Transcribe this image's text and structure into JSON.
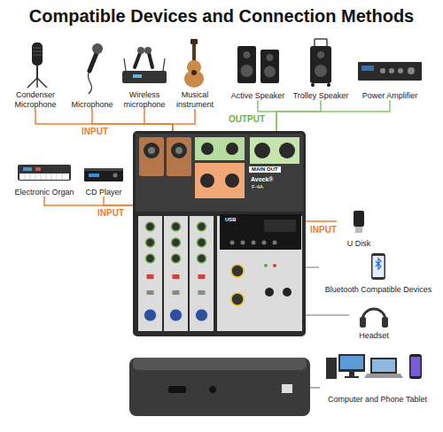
{
  "diagram": {
    "title": "Compatible Devices and Connection Methods",
    "nodes": [
      {
        "text": [
          "Condenser Microphone"
        ]
      },
      {
        "text": [
          "Microphone"
        ]
      },
      {
        "text": [
          "Wireless microphone"
        ]
      },
      {
        "text": [
          "Musical instrument"
        ]
      },
      {
        "text": [
          "Active Speaker"
        ]
      },
      {
        "text": [
          "Trolley Speaker"
        ]
      },
      {
        "text": [
          "Power Amplifier"
        ]
      },
      {
        "text": [
          "Electronic Organ"
        ]
      },
      {
        "text": [
          "CD Player"
        ]
      },
      {
        "text": [
          "MAIN OUT",
          "Aveek®",
          "F-4A",
          "USB"
        ]
      },
      {
        "text": [
          "U Disk"
        ]
      },
      {
        "text": [
          "Bluetooth Compatible Devices"
        ]
      },
      {
        "text": [
          "Headset"
        ]
      },
      {
        "text": [
          "Computer and Phone Tablet"
        ]
      }
    ],
    "edges": [
      {
        "from": 0,
        "to": 9,
        "arrow": "none"
      },
      {
        "from": 1,
        "to": 9,
        "arrow": "none"
      },
      {
        "from": 2,
        "to": 9,
        "arrow": "none"
      },
      {
        "from": 3,
        "to": 9,
        "arrow": "none"
      },
      {
        "from": 9,
        "to": 4,
        "arrow": "none"
      },
      {
        "from": 9,
        "to": 5,
        "arrow": "none"
      },
      {
        "from": 9,
        "to": 6,
        "arrow": "none"
      },
      {
        "from": 7,
        "to": 9,
        "arrow": "none"
      },
      {
        "from": 8,
        "to": 9,
        "arrow": "none"
      },
      {
        "from": 10,
        "to": 9,
        "arrow": "none"
      },
      {
        "from": 11,
        "to": 9,
        "arrow": "none"
      },
      {
        "from": 9,
        "to": 12,
        "arrow": "none"
      }
    ],
    "labels": [
      "INPUT",
      "OUTPUT",
      "INPUT",
      "INPUT"
    ]
  }
}
